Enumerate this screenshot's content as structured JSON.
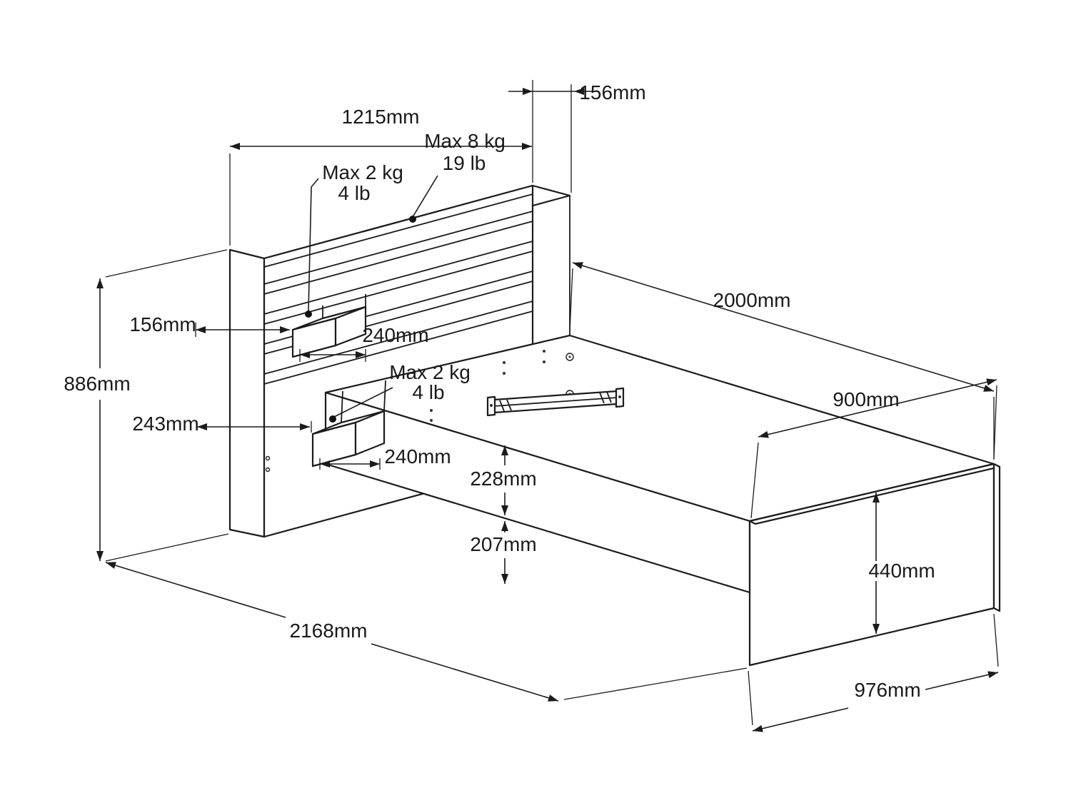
{
  "diagram": {
    "type": "furniture-dimension-drawing",
    "subject": "single bed with storage headboard",
    "labels": {
      "headboard_width": "1215mm",
      "headboard_depth": "156mm",
      "headboard_max_load_line1": "Max 8 kg",
      "headboard_max_load_line2": "19 lb",
      "upper_shelf_max_load_line1": "Max 2 kg",
      "upper_shelf_max_load_line2": "4 lb",
      "bed_length": "2000mm",
      "upper_shelf_depth": "156mm",
      "upper_shelf_width": "240mm",
      "headboard_height": "886mm",
      "lower_shelf_depth": "243mm",
      "lower_shelf_max_load_line1": "Max 2 kg",
      "lower_shelf_max_load_line2": "4 lb",
      "bed_width": "900mm",
      "lower_shelf_width": "240mm",
      "side_rail_height": "228mm",
      "under_bed_clearance": "207mm",
      "footboard_height": "440mm",
      "overall_length": "2168mm",
      "footboard_width": "976mm"
    },
    "line_color": "#1b1b1b",
    "background_color": "#ffffff"
  }
}
